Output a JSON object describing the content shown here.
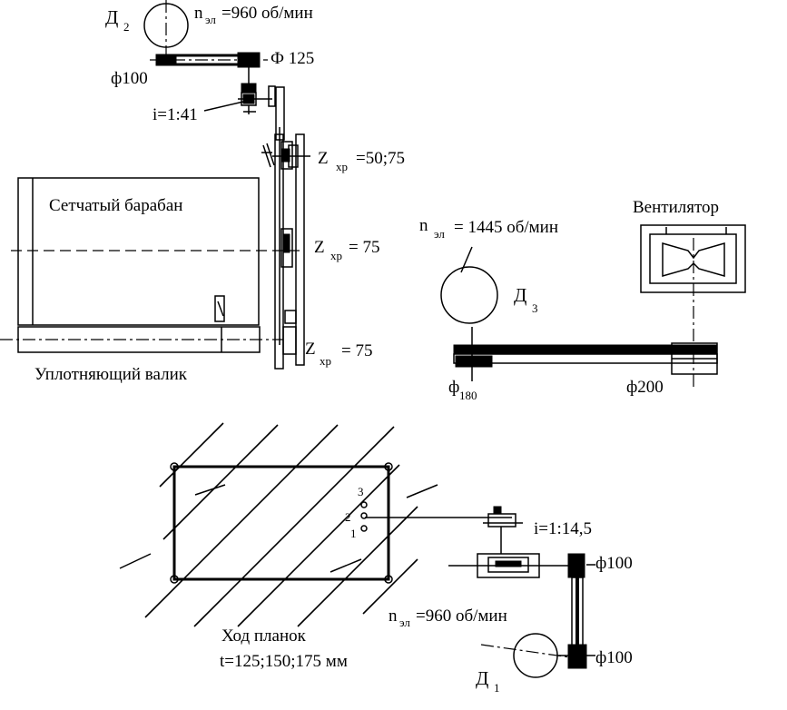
{
  "motor_d2": {
    "label_main": "Д",
    "label_sub": "2",
    "speed_main": "n",
    "speed_sub": "эл",
    "speed_value": "=960 об/мин"
  },
  "pulley_d2_small": "ф100",
  "pulley_d2_large": "Ф 125",
  "gear_ratio_top": "i=1:41",
  "chain_1": {
    "z": "Z",
    "sub": "хр",
    "value": "=50;75"
  },
  "chain_2": {
    "z": "Z",
    "sub": "хр",
    "value": "= 75"
  },
  "chain_3": {
    "z": "Z",
    "sub": "хр",
    "value": "= 75"
  },
  "drum_label": "Сетчатый барабан",
  "roller_label": "Уплотняющий валик",
  "motor_d3": {
    "speed_main": "n",
    "speed_sub": "эл",
    "speed_value": "= 1445 об/мин",
    "label_main": "Д",
    "label_sub": "3"
  },
  "fan_label": "Вентилятор",
  "pulley_d3_small": {
    "main": "ф",
    "sub": "180"
  },
  "pulley_fan": "ф200",
  "frame_numbers": {
    "n1": "1",
    "n2": "2",
    "n3": "3"
  },
  "gear_ratio_bottom": "i=1:14,5",
  "pulley_d1_top": "ф100",
  "pulley_d1_bottom": "ф100",
  "motor_d1": {
    "speed_main": "n",
    "speed_sub": "эл",
    "speed_value": "=960 об/мин",
    "label_main": "Д",
    "label_sub": "1"
  },
  "stroke_label": "Ход планок",
  "stroke_values": "t=125;150;175 мм"
}
